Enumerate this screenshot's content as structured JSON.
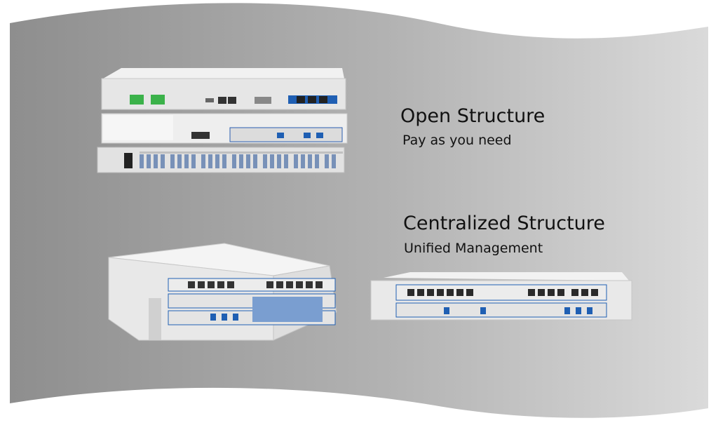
{
  "background": {
    "colors": {
      "gradient_left": "#8f8f8f",
      "gradient_right": "#d9d9d9",
      "page": "#ffffff"
    }
  },
  "sections": [
    {
      "title": "Open Structure",
      "subtitle": "Pay as you need"
    },
    {
      "title": "Centralized Structure",
      "subtitle": "Unified Management"
    }
  ],
  "devices": [
    {
      "name": "open-structure-device-stack"
    },
    {
      "name": "centralized-chassis-2u"
    },
    {
      "name": "centralized-chassis-1u"
    }
  ]
}
